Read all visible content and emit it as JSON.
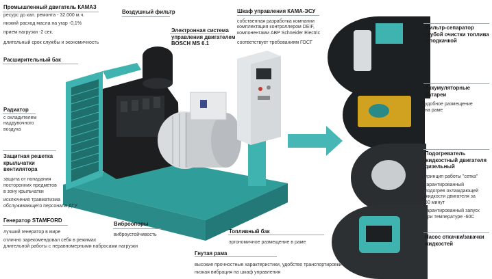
{
  "left": {
    "engine": {
      "title": "Промышленный двигатель КАМАЗ",
      "lines": [
        "ресурс до кап. ремонта - 32.000 м.ч.",
        "низкий расход масла на угар -0,1%",
        "прием нагрузки -2 сек.",
        "длительный срок службы и экономичность"
      ]
    },
    "expansion_tank": {
      "title": "Расширительный бак"
    },
    "radiator": {
      "title": "Радиатор",
      "lines": [
        "с охладителем",
        "наддувочного",
        "воздуха"
      ]
    },
    "fan_guard": {
      "title_lines": [
        "Защитная решетка",
        "крыльчатки",
        "вентилятора"
      ],
      "lines": [
        "защита от попадания",
        "посторонних предметов",
        "в зону крыльчатки",
        "исключения травматизма",
        "обслуживающего персонала ДГУ"
      ]
    },
    "generator": {
      "title": "Генератор STAMFORD",
      "lines": [
        "лучший генератор в мире",
        "отлично зарекомендовал себя в режимах",
        "длительной работы с неравномерными набросами нагрузки"
      ]
    }
  },
  "center": {
    "air_filter": {
      "title": "Воздушный фильтр"
    },
    "electronic": {
      "title_lines": [
        "Электронная система",
        "управления двигателем",
        "BOSCH MS 6.1"
      ]
    },
    "vibration": {
      "title": "Виброопоры",
      "text": "виброустойчивость"
    },
    "fuel_tank": {
      "title": "Топливный бак",
      "text": "эргономичное размещение в раме"
    },
    "frame": {
      "title": "Гнутая рама",
      "lines": [
        "высокие прочностные характеристики, удобство транспортировки",
        "низкая вибрация на шкаф управления"
      ]
    }
  },
  "control_cabinet": {
    "title": "Шкаф управления КАМА-ЭСУ",
    "lines": [
      "собственная разработка компании",
      "комплектация контроллером DEIF,",
      "компонентами ABP Schneider Electric",
      "соответствует требованиям ГОСТ"
    ]
  },
  "right": {
    "fuel_filter": {
      "title_lines": [
        "Фильтр-сепаратор",
        "грубой очистки топлива",
        "с подкачкой"
      ]
    },
    "batteries": {
      "title_lines": [
        "Аккумуляторные",
        "батареи"
      ],
      "lines": [
        "удобное размещение",
        "на раме"
      ]
    },
    "heater": {
      "title_lines": [
        "Подогреватель",
        "жидкостный двигателя",
        "дизельный"
      ],
      "lines": [
        "принцип работы \"сетка\"",
        "гарантированный",
        "подогрев охлаждающей",
        "жидкости двигателя за",
        "30 минут",
        "гарантированный запуск",
        "при температуре -60С"
      ]
    },
    "pump": {
      "title_lines": [
        "Насос откачки/закачки",
        "жидкостей"
      ]
    }
  },
  "colors": {
    "teal": "#3fb3b0",
    "teal_dark": "#2a8a88",
    "arrow": "#47b7b6",
    "engine_black": "#1c1e20"
  }
}
